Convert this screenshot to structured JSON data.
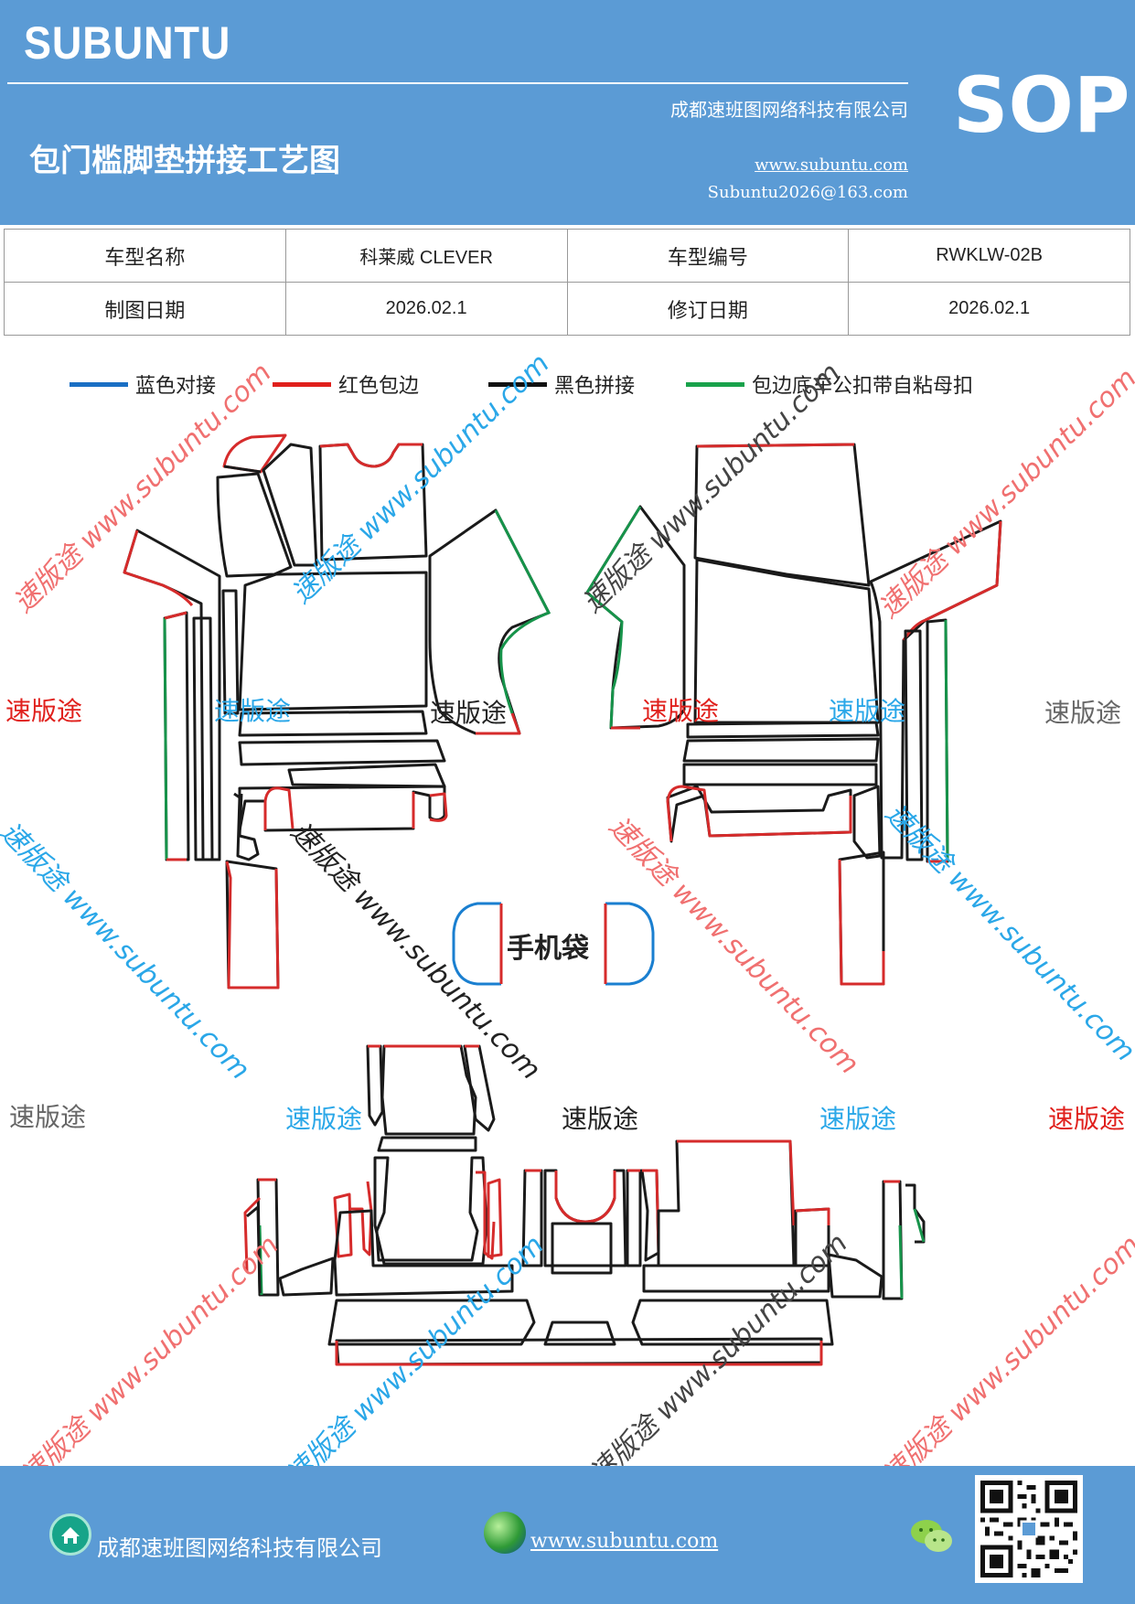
{
  "header": {
    "brand": "SUBUNTU",
    "company": "成都速班图网络科技有限公司",
    "title": "包门槛脚垫拼接工艺图",
    "website": "www.subuntu.com",
    "email": "Subuntu2026@163.com",
    "doc_type": "SOP"
  },
  "info_table": [
    [
      "车型名称",
      "科莱威 CLEVER",
      "车型编号",
      "RWKLW-02B"
    ],
    [
      "制图日期",
      "2026.02.1",
      "修订日期",
      "2026.02.1"
    ]
  ],
  "legend": [
    {
      "label": "蓝色对接",
      "color": "#1a6fc4"
    },
    {
      "label": "红色包边",
      "color": "#e0201c"
    },
    {
      "label": "黑色拼接",
      "color": "#111111"
    },
    {
      "label": "包边底车公扣带自粘母扣",
      "color": "#19a24b"
    }
  ],
  "phone_bag_label": "手机袋",
  "watermark": {
    "brand": "速版途",
    "site": "速版途 www.subuntu.com",
    "colors": {
      "red": "#e0201c",
      "blue": "#2aa7e8",
      "dark": "#222222",
      "gray": "#666666"
    }
  },
  "footer": {
    "company": "成都速班图网络科技有限公司",
    "website": "www.subuntu.com",
    "icons": [
      "home-icon",
      "globe-icon",
      "wechat-icon",
      "qr-code"
    ]
  }
}
